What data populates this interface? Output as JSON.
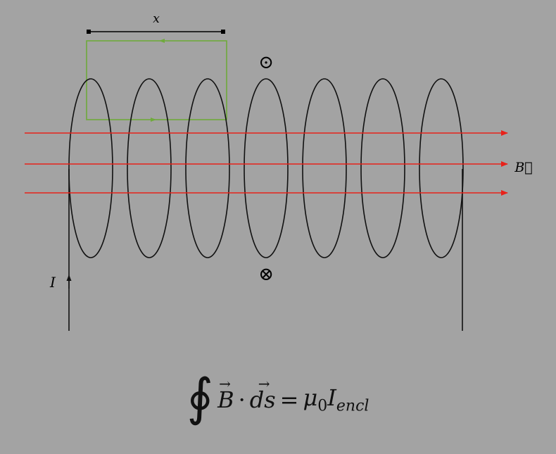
{
  "labels": {
    "x": "x",
    "current": "I",
    "field": "B⃗",
    "out_of_page_symbol": "⊙",
    "into_page_symbol": "⊗"
  },
  "equation": {
    "integral": "∮",
    "b": "B",
    "vec_arrow": "→",
    "dot": "·",
    "ds": "ds",
    "equals": "=",
    "mu": "μ",
    "mu_sub": "0",
    "i": "I",
    "i_sub": "encl"
  },
  "colors": {
    "background": "#a3a3a3",
    "coil": "#111111",
    "field_lines": "#e8221a",
    "amperian_loop": "#6faa3c"
  },
  "coil_turns": 7,
  "field_line_count": 3
}
